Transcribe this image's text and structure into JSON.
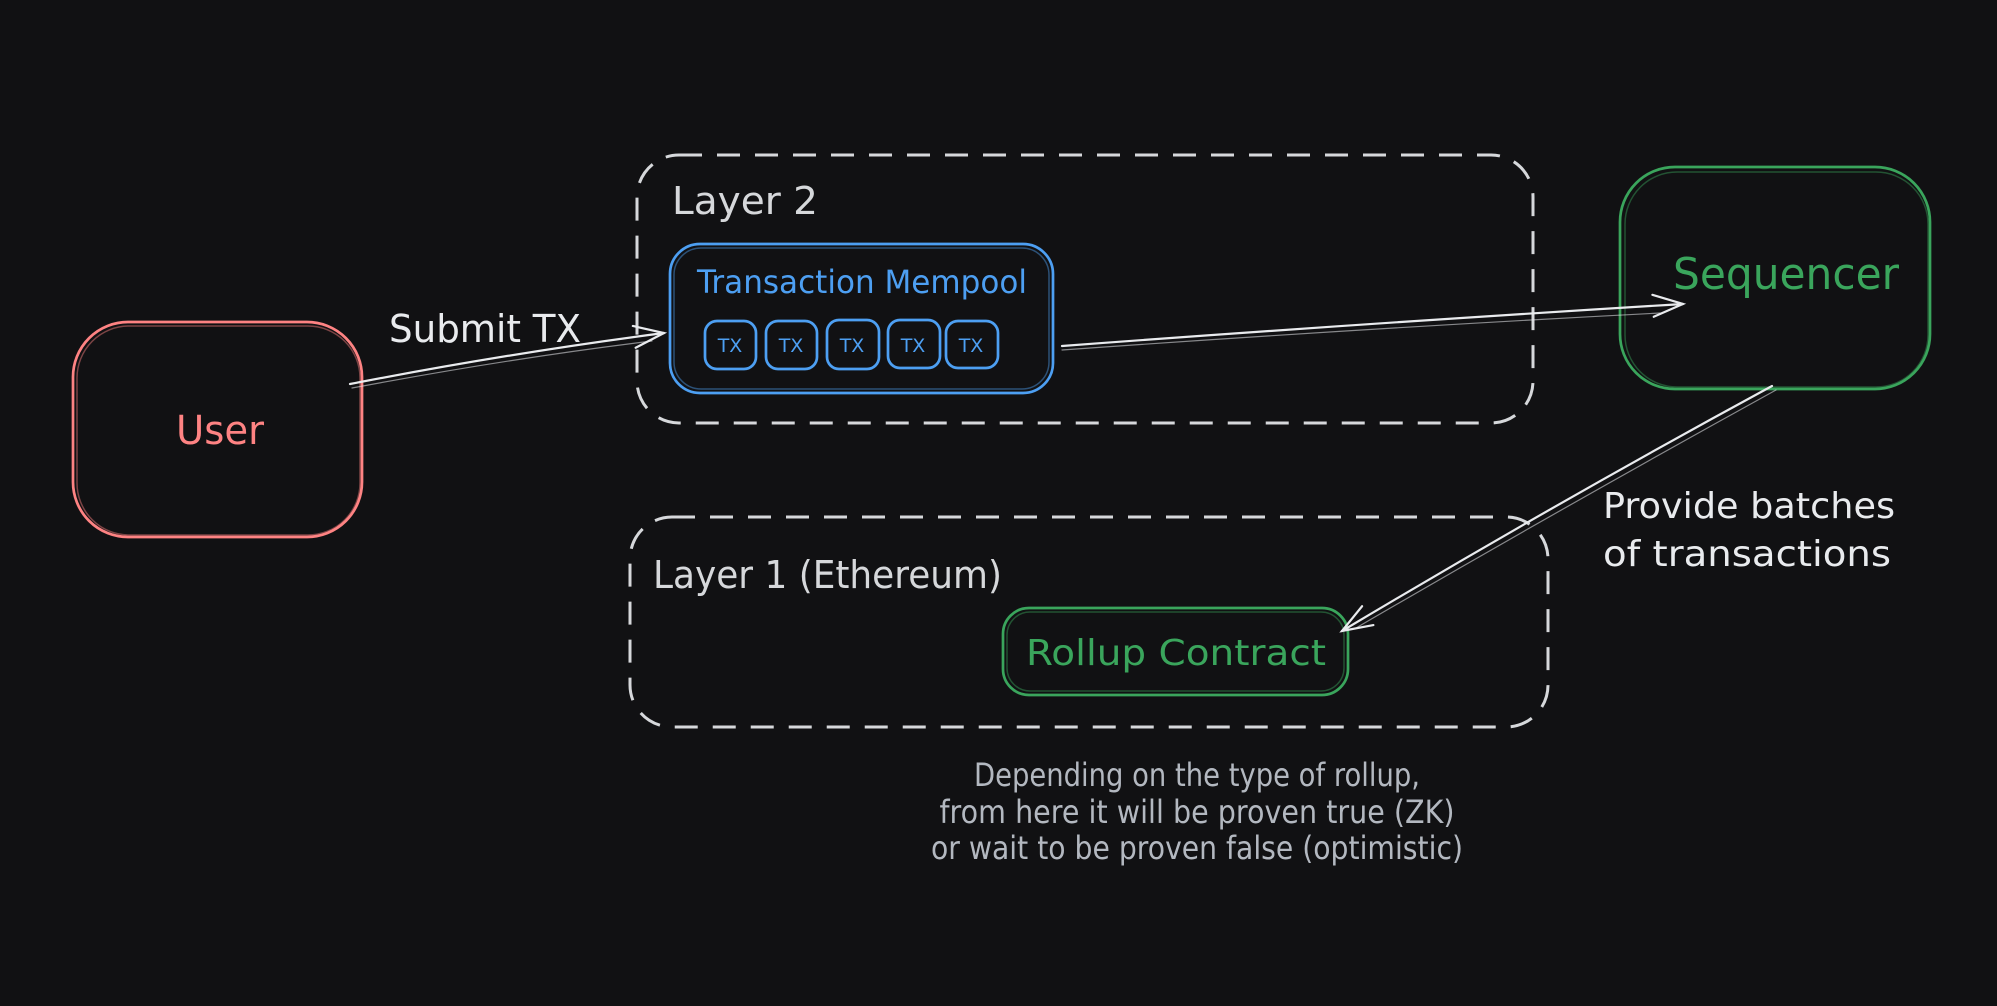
{
  "colors": {
    "bg": "#111113",
    "red": "#fe8383",
    "blue": "#4d9ff2",
    "green": "#3aa55c",
    "white": "#e9ebee",
    "dash": "#d6d8db",
    "muted": "#b3b8c0"
  },
  "nodes": {
    "user": {
      "label": "User"
    },
    "layer2": {
      "label": "Layer 2"
    },
    "mempool": {
      "label": "Transaction Mempool",
      "tx_items": [
        "TX",
        "TX",
        "TX",
        "TX",
        "TX"
      ]
    },
    "sequencer": {
      "label": "Sequencer"
    },
    "layer1": {
      "label": "Layer 1 (Ethereum)"
    },
    "rollup": {
      "label": "Rollup Contract"
    }
  },
  "edges": {
    "user_to_mempool": {
      "label": "Submit TX"
    },
    "sequencer_to_rollup": {
      "label_line1": "Provide batches",
      "label_line2": "of transactions"
    }
  },
  "caption": {
    "line1": "Depending on the type of rollup,",
    "line2": "from here it will be proven true (ZK)",
    "line3": "or wait to be proven false (optimistic)"
  }
}
